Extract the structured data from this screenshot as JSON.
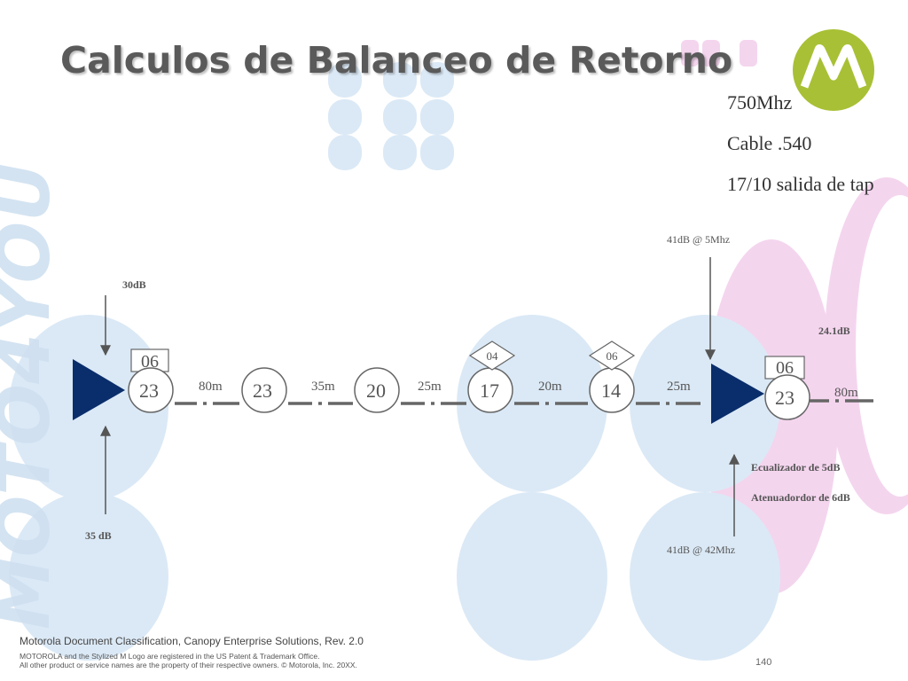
{
  "slide": {
    "title": "Calculos de Balanceo de Retorno",
    "watermark_text": "MOTO4YOU",
    "colors": {
      "accent_blue": "#0a2e6b",
      "light_blue": "#dbe9f6",
      "pink": "#f4d5ee",
      "logo_green": "#a8c035",
      "text_gray": "#5a5a5a"
    }
  },
  "specs": {
    "frequency": "750Mhz",
    "cable": "Cable .540",
    "tap_output": "17/10 salida de tap"
  },
  "diagram": {
    "amp1": {
      "input_label": "30dB",
      "output_label": "35 dB",
      "pad_value": "06"
    },
    "amp2": {
      "input_label": "41dB @ 5Mhz",
      "output_label": "41dB @ 42Mhz",
      "pad_value": "06",
      "gain_label": "24.1dB"
    },
    "taps": [
      {
        "value": "23"
      },
      {
        "value": "23"
      },
      {
        "value": "20"
      },
      {
        "value": "17",
        "eq_value": "04"
      },
      {
        "value": "14",
        "eq_value": "06"
      },
      {
        "value": "23"
      }
    ],
    "cables": [
      "80m",
      "35m",
      "25m",
      "20m",
      "25m",
      "80m"
    ],
    "notes": {
      "equalizer": "Ecualizador de 5dB",
      "attenuator": "Atenuadordor de 6dB"
    }
  },
  "footer": {
    "classification": "Motorola Document Classification, Canopy Enterprise Solutions, Rev. 2.0",
    "trademark_line1": "MOTOROLA and the Stylized M Logo are registered in the US Patent & Trademark Office.",
    "trademark_line2": "All other product or service names are the property of their respective owners. © Motorola, Inc. 20XX.",
    "page_number": "140"
  }
}
